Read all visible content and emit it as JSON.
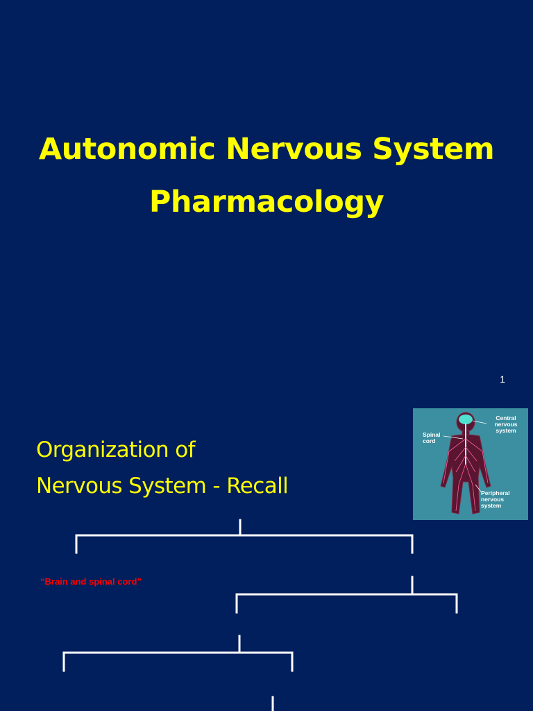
{
  "slide1": {
    "title_line1": "Autonomic Nervous System",
    "title_line2": "Pharmacology",
    "page_number": "1"
  },
  "slide2": {
    "heading_line1": "Organization of",
    "heading_line2": "Nervous System - Recall",
    "figure": {
      "label_cns": "Central\nnervous\nsystem",
      "label_spinal": "Spinal\ncord",
      "label_pns": "Peripheral\nnervous\nsystem"
    },
    "brain_label": "“Brain and spinal cord”"
  },
  "colors": {
    "background": "#001f5c",
    "title": "#ffff00",
    "accent_red": "#ff0000",
    "figure_bg": "#3b8fa0"
  }
}
